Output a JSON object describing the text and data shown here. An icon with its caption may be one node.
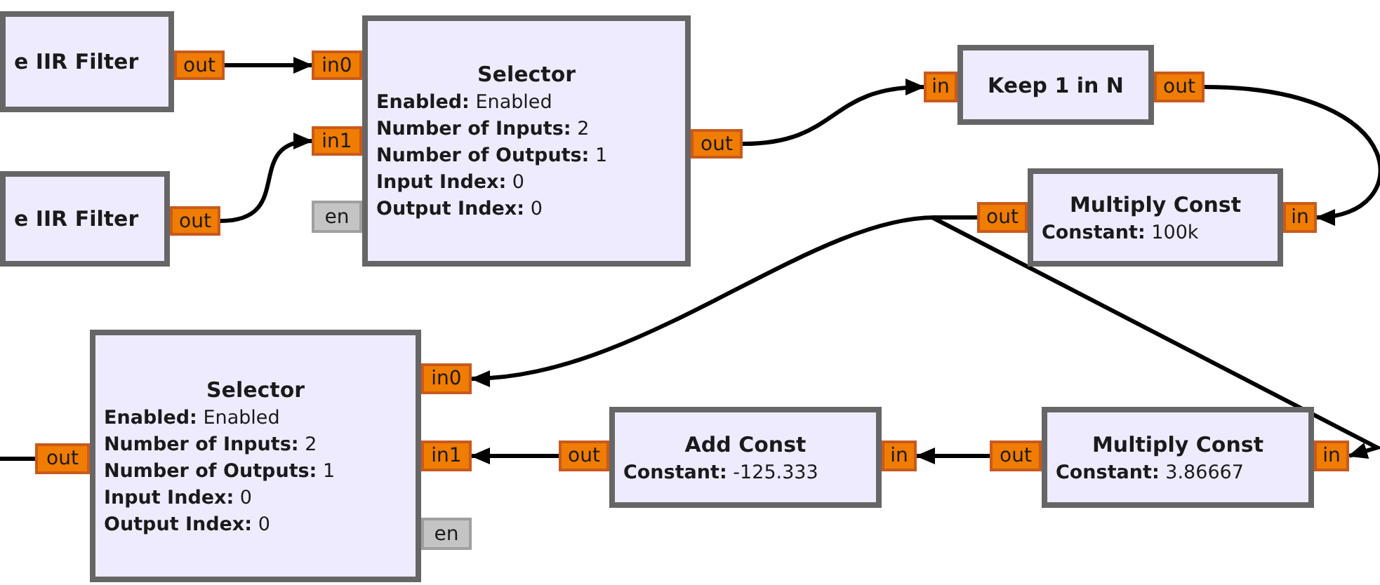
{
  "diagram": {
    "nodes": [
      {
        "text": [
          "e IIR Filter"
        ]
      },
      {
        "text": [
          "out"
        ]
      },
      {
        "text": [
          "e IIR Filter"
        ]
      },
      {
        "text": [
          "out"
        ]
      },
      {
        "text": [
          "Selector",
          "**Enabled:** Enabled",
          "**Number of Inputs:** 2",
          "**Number of Outputs:** 1",
          "**Input Index:** 0",
          "**Output Index:** 0"
        ]
      },
      {
        "text": [
          "in0"
        ]
      },
      {
        "text": [
          "in1"
        ]
      },
      {
        "text": [
          "out"
        ]
      },
      {
        "text": [
          "en"
        ]
      },
      {
        "text": [
          "Keep 1 in N"
        ]
      },
      {
        "text": [
          "in"
        ]
      },
      {
        "text": [
          "out"
        ]
      },
      {
        "text": [
          "Multiply Const",
          "**Constant:** 100k"
        ]
      },
      {
        "text": [
          "out"
        ]
      },
      {
        "text": [
          "in"
        ]
      },
      {
        "text": [
          "Selector",
          "**Enabled:** Enabled",
          "**Number of Inputs:** 2",
          "**Number of Outputs:** 1",
          "**Input Index:** 0",
          "**Output Index:** 0"
        ]
      },
      {
        "text": [
          "out"
        ]
      },
      {
        "text": [
          "in0"
        ]
      },
      {
        "text": [
          "in1"
        ]
      },
      {
        "text": [
          "en"
        ]
      },
      {
        "text": [
          "Add Const",
          "**Constant:** -125.333"
        ]
      },
      {
        "text": [
          "out"
        ]
      },
      {
        "text": [
          "in"
        ]
      },
      {
        "text": [
          "Multiply Const",
          "**Constant:** 3.86667"
        ]
      },
      {
        "text": [
          "out"
        ]
      },
      {
        "text": [
          "in"
        ]
      }
    ],
    "edges": [
      {
        "from": 1,
        "to": 5,
        "arrow": "to"
      },
      {
        "from": 3,
        "to": 6,
        "arrow": "to"
      },
      {
        "from": 7,
        "to": 10,
        "arrow": "to"
      },
      {
        "from": 11,
        "to": 14,
        "arrow": "to"
      },
      {
        "from": 13,
        "to": 17,
        "arrow": "to"
      },
      {
        "from": 13,
        "to": 25,
        "arrow": "to"
      },
      {
        "from": 24,
        "to": 22,
        "arrow": "to"
      },
      {
        "from": 21,
        "to": 18,
        "arrow": "to"
      },
      {
        "from": 16,
        "to": null,
        "arrow": "none"
      }
    ]
  }
}
